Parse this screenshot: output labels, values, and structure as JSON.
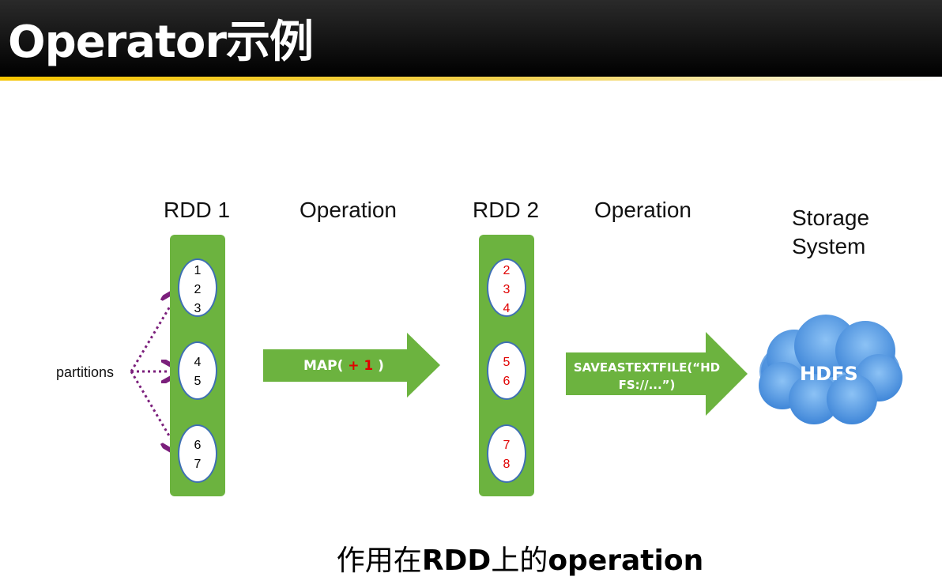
{
  "header": {
    "title": "Operator示例"
  },
  "columns": {
    "rdd1": "RDD 1",
    "op1": "Operation",
    "rdd2": "RDD 2",
    "op2": "Operation",
    "storage_line1": "Storage",
    "storage_line2": "System"
  },
  "rdd1": {
    "partitions": [
      {
        "values": [
          "1",
          "2",
          "3"
        ]
      },
      {
        "values": [
          "4",
          "5"
        ]
      },
      {
        "values": [
          "6",
          "7"
        ]
      }
    ]
  },
  "rdd2": {
    "partitions": [
      {
        "values": [
          "2",
          "3",
          "4"
        ]
      },
      {
        "values": [
          "5",
          "6"
        ]
      },
      {
        "values": [
          "7",
          "8"
        ]
      }
    ]
  },
  "map_arrow": {
    "prefix": "MAP( ",
    "operator": "+ 1",
    "suffix": " )"
  },
  "save_arrow": {
    "line1": "SAVEASTEXTFILE(“HD",
    "line2": "FS://...”)"
  },
  "partitions_label": "partitions",
  "storage": {
    "name": "HDFS"
  },
  "caption": {
    "part1": "作用在",
    "part2": "RDD",
    "part3": "上的",
    "part4": "operation"
  },
  "colors": {
    "green": "#6cb33f",
    "partition_border": "#3e6fb3",
    "red": "#e00000",
    "arrow_purple": "#7b1f7b",
    "cloud": "#5b9be0"
  }
}
